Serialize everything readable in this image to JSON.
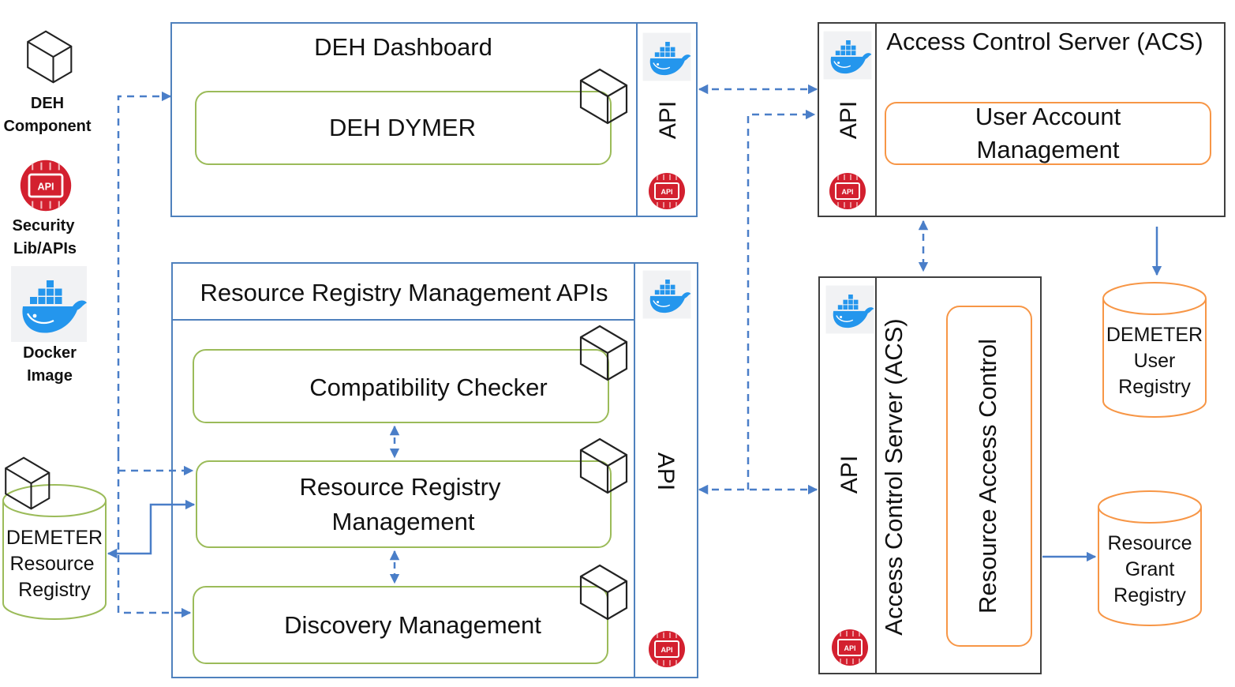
{
  "legend": {
    "deh_component": [
      "DEH",
      "Component"
    ],
    "security": [
      "Security",
      "Lib/APIs"
    ],
    "docker": [
      "Docker",
      "Image"
    ]
  },
  "dashboard": {
    "title": "DEH Dashboard",
    "dymer": "DEH DYMER",
    "api": "API"
  },
  "rrm": {
    "title": "Resource Registry Management APIs",
    "compat": "Compatibility Checker",
    "registry_mgmt": [
      "Resource Registry",
      "Management"
    ],
    "discovery": "Discovery Management",
    "api": "API"
  },
  "acs_top": {
    "title": "Access Control Server (ACS)",
    "uam": [
      "User Account",
      "Management"
    ],
    "api": "API"
  },
  "acs_bottom": {
    "title": "Access Control Server (ACS)",
    "rac": "Resource Access Control",
    "api": "API"
  },
  "databases": {
    "resource_registry": [
      "DEMETER",
      "Resource",
      "Registry"
    ],
    "user_registry": [
      "DEMETER",
      "User",
      "Registry"
    ],
    "grant_registry": [
      "Resource",
      "Grant",
      "Registry"
    ]
  },
  "icons": {
    "security_badge_text": "API",
    "colors": {
      "blue_box": "#4F81BD",
      "green_box": "#9BBB59",
      "orange_box": "#F79646",
      "dark_box": "#3F3F3F",
      "arrow": "#4A7EC8",
      "api_red": "#D3202F",
      "docker_blue": "#2496ED"
    }
  }
}
